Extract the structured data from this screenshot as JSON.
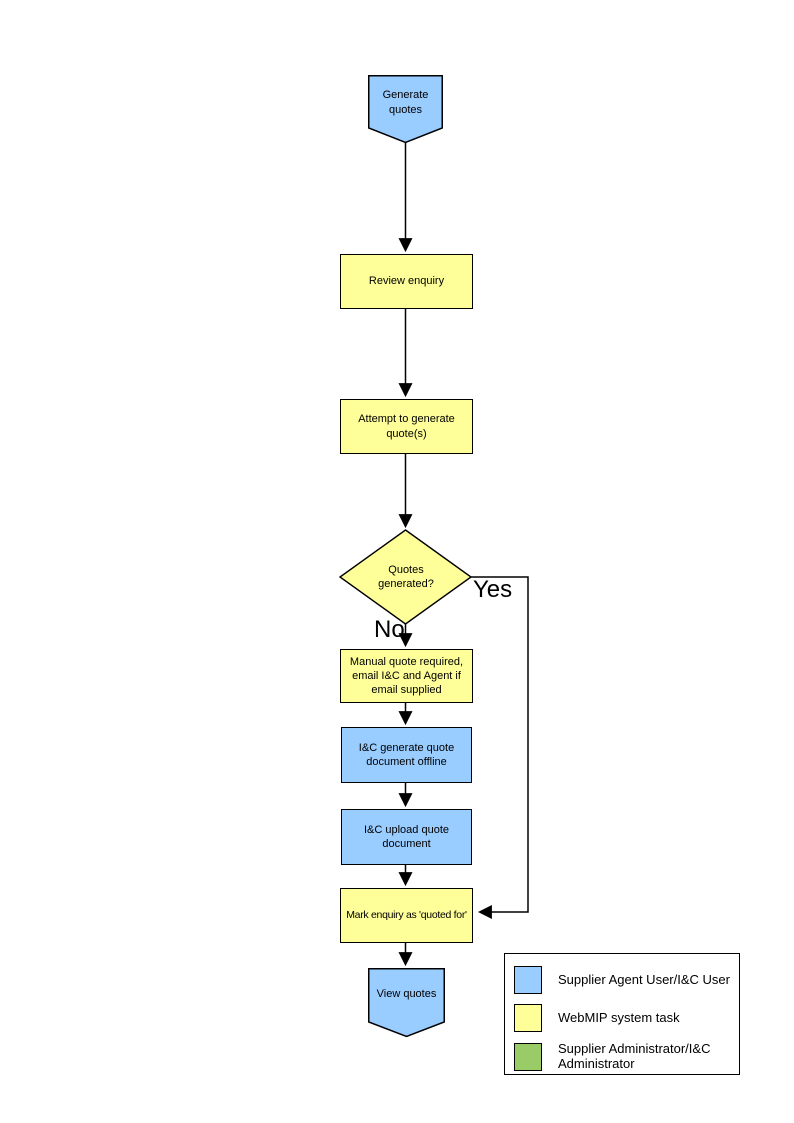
{
  "flowchart": {
    "nodes": [
      {
        "id": "start",
        "label": "Generate quotes",
        "fill": "#99CCFF",
        "shape": "pentagon"
      },
      {
        "id": "review",
        "label": "Review enquiry",
        "fill": "#FFFF99",
        "shape": "rect"
      },
      {
        "id": "attempt",
        "label": "Attempt to generate quote(s)",
        "fill": "#FFFF99",
        "shape": "rect"
      },
      {
        "id": "decision",
        "label": "Quotes generated?",
        "fill": "#FFFF99",
        "shape": "diamond"
      },
      {
        "id": "manual",
        "label": "Manual quote required, email I&C and Agent if email supplied",
        "fill": "#FFFF99",
        "shape": "rect"
      },
      {
        "id": "generate-offline",
        "label": "I&C generate quote document offline",
        "fill": "#99CCFF",
        "shape": "rect"
      },
      {
        "id": "upload",
        "label": "I&C upload quote document",
        "fill": "#99CCFF",
        "shape": "rect"
      },
      {
        "id": "mark-quoted",
        "label": "Mark enquiry as 'quoted for'",
        "fill": "#FFFF99",
        "shape": "rect"
      },
      {
        "id": "end",
        "label": "View quotes",
        "fill": "#99CCFF",
        "shape": "pentagon"
      }
    ],
    "branch_labels": {
      "yes": "Yes",
      "no": "No"
    },
    "line_color": "#000000"
  },
  "legend": {
    "items": [
      {
        "color": "#99CCFF",
        "label": "Supplier Agent User/I&C User"
      },
      {
        "color": "#FFFF99",
        "label": "WebMIP system task"
      },
      {
        "color": "#99CC66",
        "label": "Supplier Administrator/I&C Administrator"
      }
    ]
  }
}
